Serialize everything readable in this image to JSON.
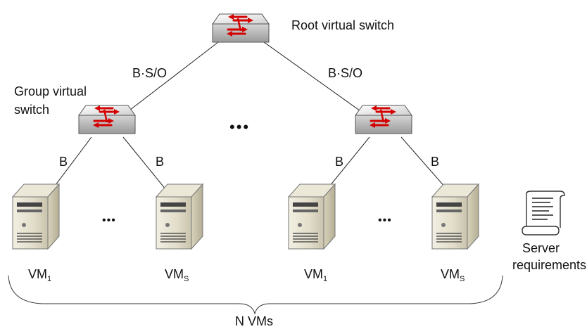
{
  "root_switch_label": "Root virtual switch",
  "group_switch_label": [
    "Group virtual",
    "switch"
  ],
  "link_labels": {
    "root_left": "B·S/O",
    "root_right": "B·S/O",
    "g1_left": "B",
    "g1_right": "B",
    "g2_left": "B",
    "g2_right": "B"
  },
  "ellipsis": {
    "switches": "•••",
    "vm_group1": "•••",
    "vm_group2": "•••"
  },
  "vms": [
    {
      "base": "VM",
      "sub": "1"
    },
    {
      "base": "VM",
      "sub": "S"
    },
    {
      "base": "VM",
      "sub": "1"
    },
    {
      "base": "VM",
      "sub": "S"
    }
  ],
  "total_label": "N VMs",
  "server_requirements": [
    "Server",
    "requirements"
  ],
  "colors": {
    "arrow": "#d40000",
    "line": "#222222"
  }
}
